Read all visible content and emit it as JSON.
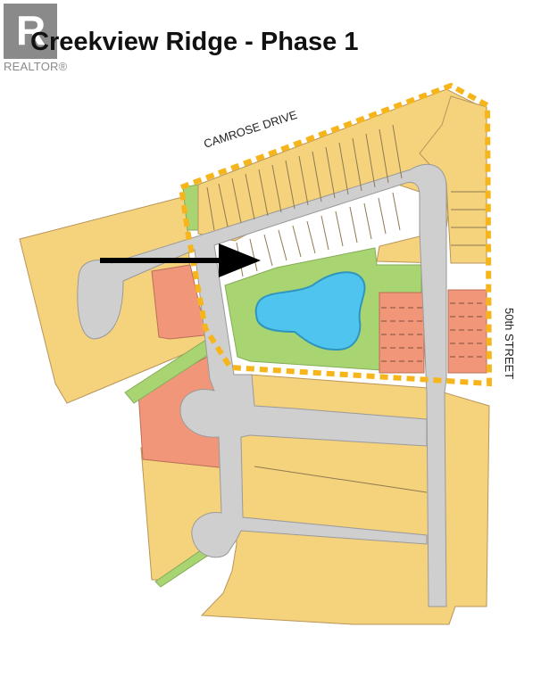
{
  "listing": {
    "title": "Creekview Ridge - Phase 1",
    "logo_letter": "R",
    "logo_text": "REALTOR®"
  },
  "map": {
    "street_labels": [
      "CAMROSE DRIVE",
      "50th STREET"
    ],
    "colors": {
      "residential_lot": "#f5d27c",
      "commercial_lot": "#f2967a",
      "green_space": "#a8d472",
      "pond": "#4fc4ef",
      "road": "#cfcfcf",
      "phase_boundary": "#f5b51b",
      "arrow": "#000000"
    },
    "icons": [
      "phase-1-boundary",
      "pointer-arrow"
    ]
  }
}
